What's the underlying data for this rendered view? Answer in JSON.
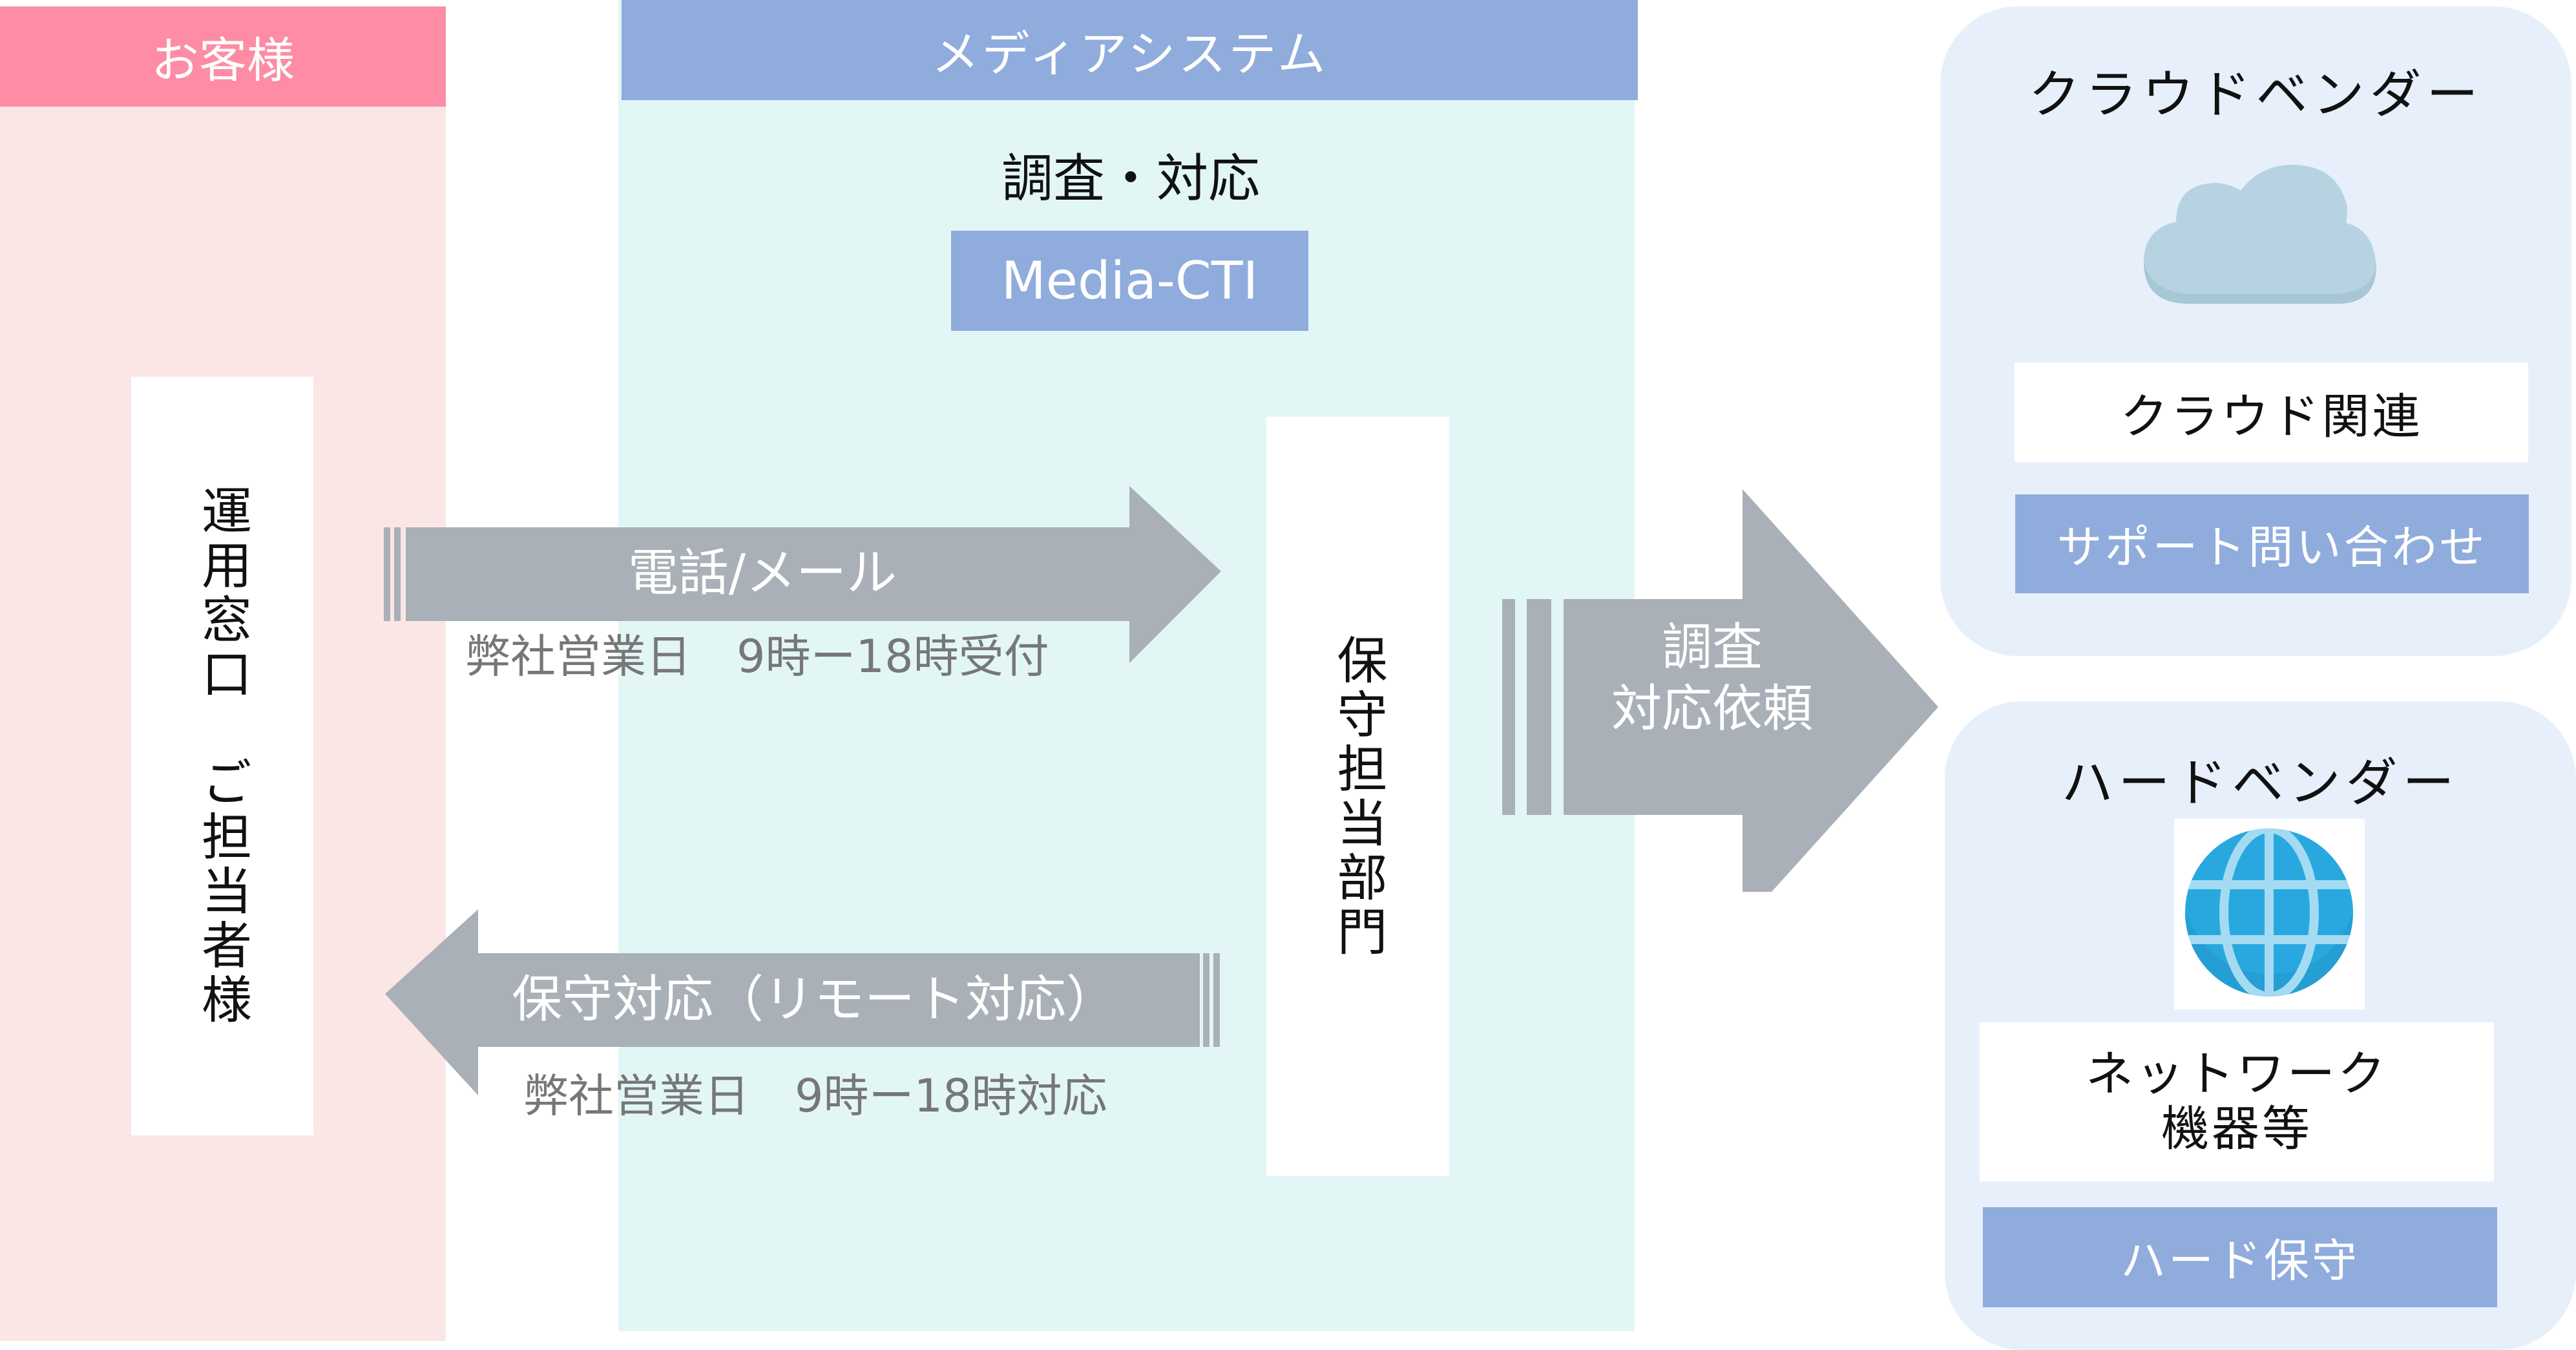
{
  "customer": {
    "header": "お客様",
    "contact_box": "運用窓口　ご担当者様",
    "color_header": "#fd8ca4",
    "color_bg": "#fbe6e6"
  },
  "media_system": {
    "header": "メディアシステム",
    "subtitle": "調査・対応",
    "cti_label": "Media-CTI",
    "maint_dept": "保守担当部門",
    "color_header": "#8facdd",
    "color_bg": "#e3f6f6"
  },
  "arrows": {
    "inbound": {
      "label": "電話/メール",
      "hours": "弊社営業日　9時ー18時受付"
    },
    "outbound": {
      "label": "保守対応（リモート対応）",
      "hours": "弊社営業日　9時ー18時対応"
    },
    "vendor_request": {
      "line1": "調査",
      "line2": "対応依頼"
    },
    "color": "#a9b0b7"
  },
  "vendors": {
    "cloud": {
      "title": "クラウドベンダー",
      "icon": "cloud-icon",
      "scope": "クラウド関連",
      "action": "サポート問い合わせ"
    },
    "hardware": {
      "title": "ハードベンダー",
      "icon": "globe-icon",
      "scope_line1": "ネットワーク",
      "scope_line2": "機器等",
      "action": "ハード保守"
    },
    "color_bg": "#e7f0fa"
  }
}
